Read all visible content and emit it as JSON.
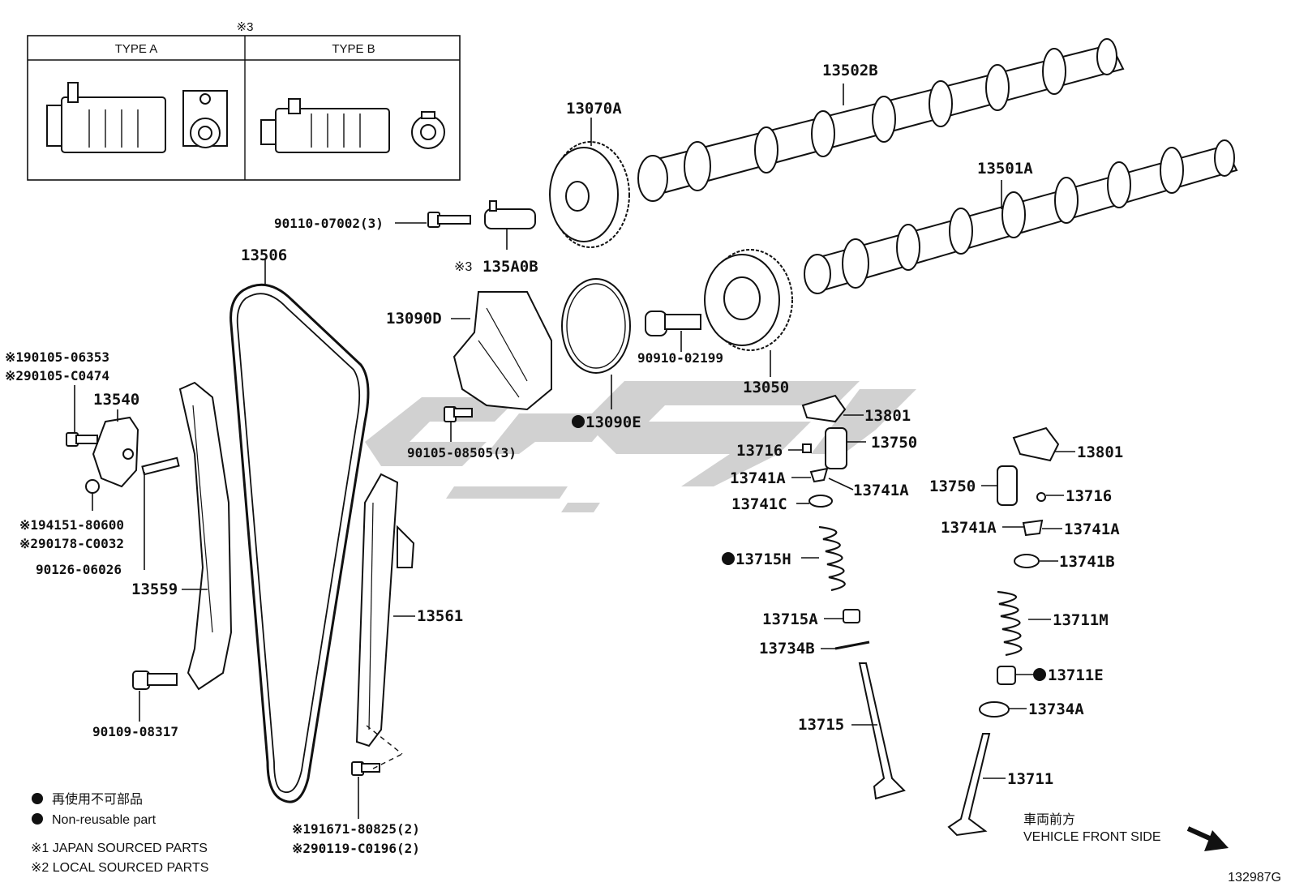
{
  "diagram_code": "132987G",
  "solenoid_box": {
    "note_mark": "※3",
    "type_a": "TYPE A",
    "type_b": "TYPE B"
  },
  "labels": {
    "p13502B": "13502B",
    "p13501A": "13501A",
    "p13070A": "13070A",
    "p90110": "90110-07002(3)",
    "p135A0B": "135A0B",
    "p135A0B_mark": "※3",
    "p13506": "13506",
    "p13090D": "13090D",
    "p90910": "90910-02199",
    "p13050": "13050",
    "p13090E": "13090E",
    "p90105_08505": "90105-08505(3)",
    "p90105_06353": "※190105-06353",
    "p90105_C0474": "※290105-C0474",
    "p13540": "13540",
    "p94151": "※194151-80600",
    "p90178": "※290178-C0032",
    "p90126": "90126-06026",
    "p13559": "13559",
    "p13561": "13561",
    "p90109": "90109-08317",
    "p91671": "※191671-80825(2)",
    "p90119": "※290119-C0196(2)",
    "p13801_a": "13801",
    "p13750_a": "13750",
    "p13716_a": "13716",
    "p13741A_a1": "13741A",
    "p13741A_a2": "13741A",
    "p13741C": "13741C",
    "p13715H": "13715H",
    "p13715A": "13715A",
    "p13734B": "13734B",
    "p13715": "13715",
    "p13801_b": "13801",
    "p13750_b": "13750",
    "p13716_b": "13716",
    "p13741A_b1": "13741A",
    "p13741A_b2": "13741A",
    "p13741B": "13741B",
    "p13711M": "13711M",
    "p13711E": "13711E",
    "p13734A": "13734A",
    "p13711": "13711"
  },
  "legend": {
    "non_reusable_jp": "再使用不可部品",
    "non_reusable_en": "Non-reusable part",
    "note1": "※1 JAPAN SOURCED PARTS",
    "note2": "※2 LOCAL SOURCED PARTS"
  },
  "direction": {
    "jp": "車両前方",
    "en": "VEHICLE FRONT SIDE"
  },
  "colors": {
    "line": "#111111",
    "watermark": "#c8c8c8"
  }
}
